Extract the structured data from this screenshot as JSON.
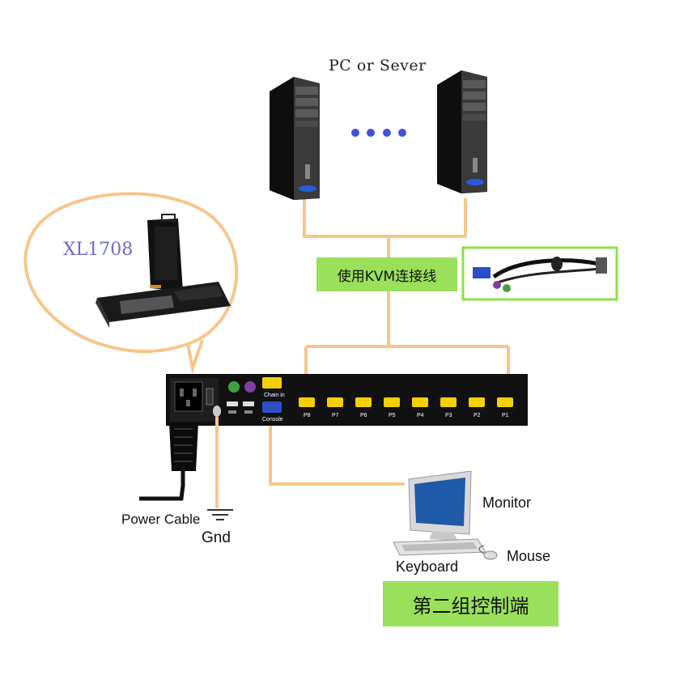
{
  "servers": {
    "label": "PC or Sever",
    "ellipsis_dots": 4
  },
  "cable": {
    "label": "使用KVM连接线",
    "image_icon": "kvm-cable-icon"
  },
  "kvm_console": {
    "model": "XL1708",
    "icon": "lcd-kvm-console-icon"
  },
  "kvm_switch": {
    "icon": "kvm-switch-icon",
    "chain_in_label": "Chain in",
    "console_port_label": "Console",
    "ports": [
      "P8",
      "P7",
      "P6",
      "P5",
      "P4",
      "P3",
      "P2",
      "P1"
    ]
  },
  "power": {
    "power_cable_label": "Power Cable",
    "gnd_label": "Gnd"
  },
  "console_station": {
    "monitor_label": "Monitor",
    "mouse_label": "Mouse",
    "keyboard_label": "Keyboard",
    "group_label": "第二组控制端"
  },
  "colors": {
    "wire": "#f7c68a",
    "highlight_green": "#9be05a",
    "cable_frame": "#8ee04a",
    "port_yellow": "#f4d000",
    "model_text": "#6b6cc9",
    "dots": "#3e53d6"
  }
}
